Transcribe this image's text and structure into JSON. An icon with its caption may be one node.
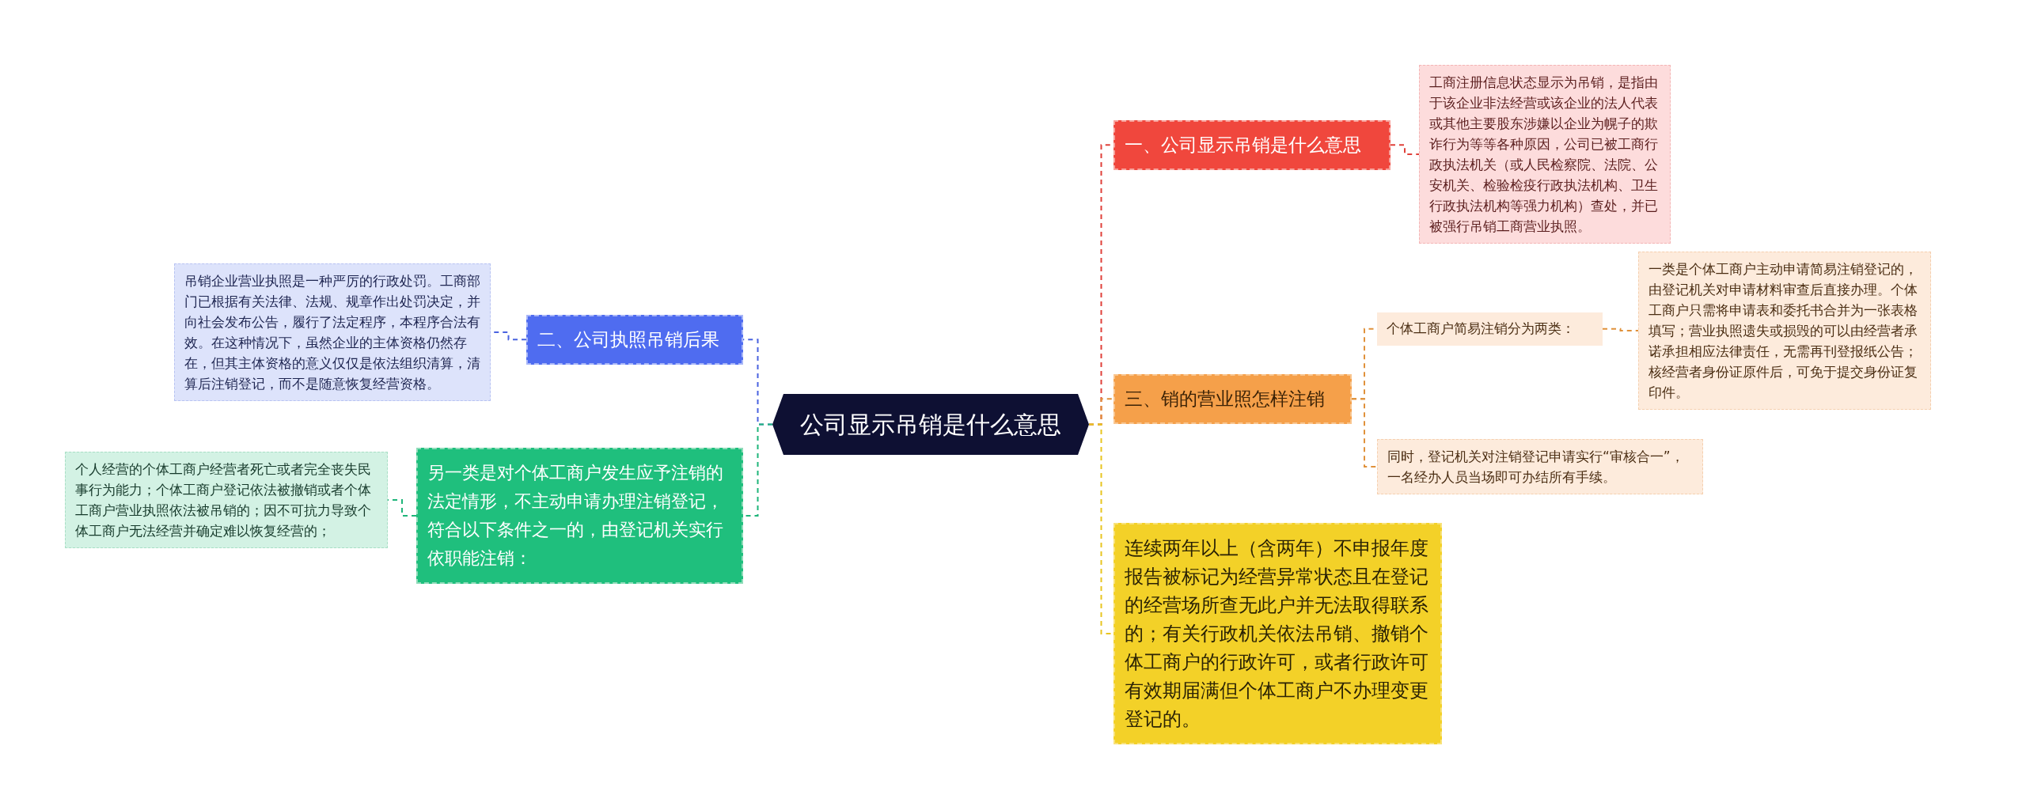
{
  "diagram": {
    "nodes": [
      {
        "text": [
          "公司显示吊销是什么意思"
        ]
      },
      {
        "text": [
          "一、公司显示吊销是什么意思"
        ]
      },
      {
        "text": [
          "工商注册信息状态显示为吊销，是指由于该企业非法经营或该企业的法人代表或其他主要股东涉嫌以企业为幌子的欺诈行为等等各种原因，公司已被工商行政执法机关（或人民检察院、法院、公安机关、检验检疫行政执法机构、卫生行政执法机构等强力机构）查处，并已被强行吊销工商营业执照。"
        ]
      },
      {
        "text": [
          "二、公司执照吊销后果"
        ]
      },
      {
        "text": [
          "吊销企业营业执照是一种严厉的行政处罚。工商部门已根据有关法律、法规、规章作出处罚决定，并向社会发布公告，履行了法定程序，本程序合法有效。在这种情况下，虽然企业的主体资格仍然存在，但其主体资格的意义仅仅是依法组织清算，清算后注销登记，而不是随意恢复经营资格。"
        ]
      },
      {
        "text": [
          "另一类是对个体工商户发生应予注销的法定情形，不主动申请办理注销登记，符合以下条件之一的，由登记机关实行依职能注销："
        ]
      },
      {
        "text": [
          "个人经营的个体工商户经营者死亡或者完全丧失民事行为能力；个体工商户登记依法被撤销或者个体工商户营业执照依法被吊销的；因不可抗力导致个体工商户无法经营并确定难以恢复经营的；"
        ]
      },
      {
        "text": [
          "三、销的营业照怎样注销"
        ]
      },
      {
        "text": [
          "个体工商户简易注销分为两类："
        ]
      },
      {
        "text": [
          "一类是个体工商户主动申请简易注销登记的，由登记机关对申请材料审查后直接办理。个体工商户只需将申请表和委托书合并为一张表格填写；营业执照遗失或损毁的可以由经营者承诺承担相应法律责任，无需再刊登报纸公告；核经营者身份证原件后，可免于提交身份证复印件。"
        ]
      },
      {
        "text": [
          "同时，登记机关对注销登记申请实行“审核合一”，一名经办人员当场即可办结所有手续。"
        ]
      },
      {
        "text": [
          "连续两年以上（含两年）不申报年度报告被标记为经营异常状态且在登记的经营场所查无此户并无法取得联系的；有关行政机关依法吊销、撤销个体工商户的行政许可，或者行政许可有效期届满但个体工商户不办理变更登记的。"
        ]
      }
    ],
    "edges": [
      {
        "from": 0,
        "to": 1,
        "arrow": "none",
        "color": "#e0413a"
      },
      {
        "from": 1,
        "to": 2,
        "arrow": "none",
        "color": "#e0413a"
      },
      {
        "from": 0,
        "to": 3,
        "arrow": "none",
        "color": "#4a63e0"
      },
      {
        "from": 3,
        "to": 4,
        "arrow": "none",
        "color": "#4a63e0"
      },
      {
        "from": 0,
        "to": 5,
        "arrow": "none",
        "color": "#1fb57a"
      },
      {
        "from": 5,
        "to": 6,
        "arrow": "none",
        "color": "#1fb57a"
      },
      {
        "from": 0,
        "to": 7,
        "arrow": "none",
        "color": "#e0913a"
      },
      {
        "from": 7,
        "to": 8,
        "arrow": "none",
        "color": "#e0913a"
      },
      {
        "from": 8,
        "to": 9,
        "arrow": "none",
        "color": "#e0913a"
      },
      {
        "from": 7,
        "to": 10,
        "arrow": "none",
        "color": "#e0913a"
      },
      {
        "from": 0,
        "to": 11,
        "arrow": "none",
        "color": "#e8c520"
      }
    ]
  }
}
